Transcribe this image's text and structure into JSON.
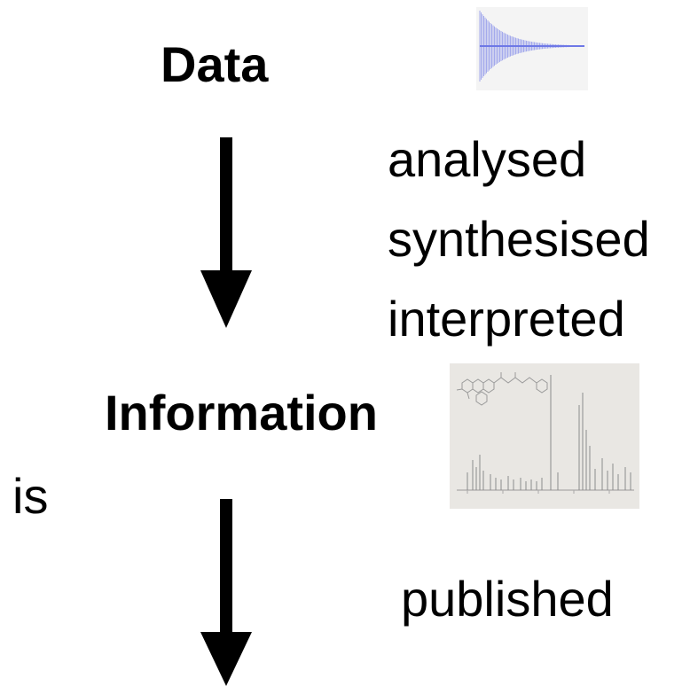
{
  "labels": {
    "data": "Data",
    "information": "Information",
    "is": "is"
  },
  "processes": {
    "step1": [
      "analysed",
      "synthesised",
      "interpreted"
    ],
    "step2": "published"
  },
  "colors": {
    "fid_signal": "#6e78e6",
    "arrow": "#000000",
    "spectrum_background": "#e9e7e3",
    "spectrum_lines": "#8c8c8c"
  },
  "icons": {
    "fid": "fid-signal-icon",
    "spectrum": "nmr-spectrum-icon"
  }
}
